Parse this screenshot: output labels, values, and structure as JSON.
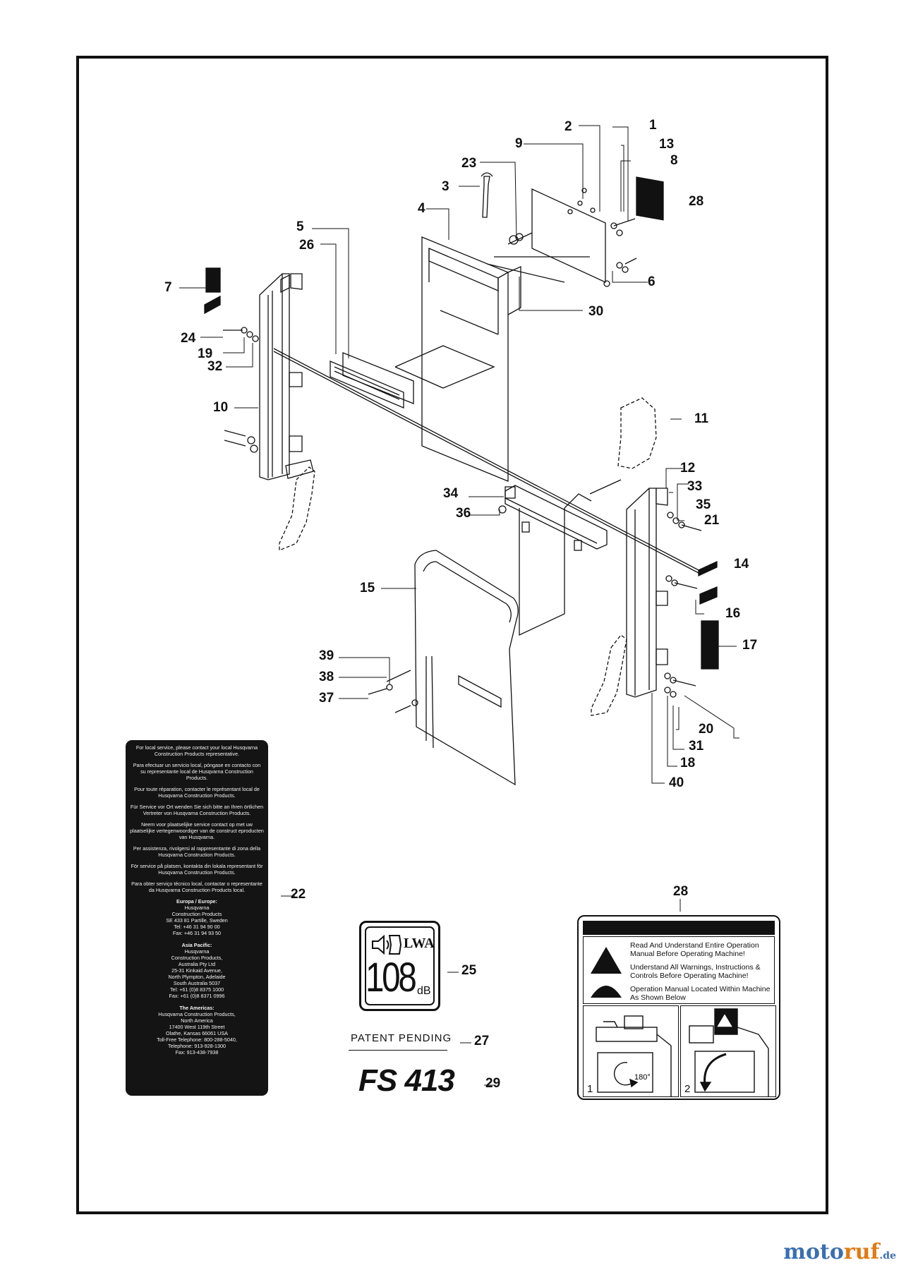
{
  "callouts": [
    {
      "id": "c1",
      "text": "1"
    },
    {
      "id": "c2",
      "text": "2"
    },
    {
      "id": "c3",
      "text": "3"
    },
    {
      "id": "c4",
      "text": "4"
    },
    {
      "id": "c5",
      "text": "5"
    },
    {
      "id": "c6",
      "text": "6"
    },
    {
      "id": "c7",
      "text": "7"
    },
    {
      "id": "c8",
      "text": "8"
    },
    {
      "id": "c9",
      "text": "9"
    },
    {
      "id": "c10",
      "text": "10"
    },
    {
      "id": "c11",
      "text": "11"
    },
    {
      "id": "c12",
      "text": "12"
    },
    {
      "id": "c13",
      "text": "13"
    },
    {
      "id": "c14",
      "text": "14"
    },
    {
      "id": "c15",
      "text": "15"
    },
    {
      "id": "c16",
      "text": "16"
    },
    {
      "id": "c17",
      "text": "17"
    },
    {
      "id": "c18",
      "text": "18"
    },
    {
      "id": "c19",
      "text": "19"
    },
    {
      "id": "c20",
      "text": "20"
    },
    {
      "id": "c21",
      "text": "21"
    },
    {
      "id": "c22",
      "text": "22"
    },
    {
      "id": "c23",
      "text": "23"
    },
    {
      "id": "c24",
      "text": "24"
    },
    {
      "id": "c25",
      "text": "25"
    },
    {
      "id": "c26",
      "text": "26"
    },
    {
      "id": "c27",
      "text": "27"
    },
    {
      "id": "c28a",
      "text": "28"
    },
    {
      "id": "c28b",
      "text": "28"
    },
    {
      "id": "c29",
      "text": "29"
    },
    {
      "id": "c30",
      "text": "30"
    },
    {
      "id": "c31",
      "text": "31"
    },
    {
      "id": "c32",
      "text": "32"
    },
    {
      "id": "c33",
      "text": "33"
    },
    {
      "id": "c34",
      "text": "34"
    },
    {
      "id": "c35",
      "text": "35"
    },
    {
      "id": "c36",
      "text": "36"
    },
    {
      "id": "c37",
      "text": "37"
    },
    {
      "id": "c38",
      "text": "38"
    },
    {
      "id": "c39",
      "text": "39"
    },
    {
      "id": "c40",
      "text": "40"
    }
  ],
  "dealer_panel": {
    "notices": [
      "For local service, please contact your local Husqvarna Construction Products representative.",
      "Para efectuar un servicio local, póngase en contacto con su representante local de Husqvarna Construction Products.",
      "Pour toute réparation, contacter le représentant local de Husqvarna Construction Products.",
      "Für Service vor Ort wenden Sie sich bitte an Ihren örtlichen Vertreter von Husqvarna Construction Products.",
      "Neem voor plaatselijke service contact op met uw plaatselijke vertegenwoordiger van de construct eproducten van Husqvarna.",
      "Per assistenza, rivolgersi al rappresentante di zona della Husqvarna Construction Products.",
      "För service på platsen, kontakta din lokala representant för Husqvarna Construction Products.",
      "Para obter serviço técnico local, contactar o representante da Husqvarna Construction Products local."
    ],
    "regions": [
      {
        "name": "Europa / Europe:",
        "lines": [
          "Husqvarna",
          "Construction Products",
          "SE 433 81 Partille, Sweden",
          "Tel: +46 31 94 90 00",
          "Fax: +46 31 94 93 50"
        ]
      },
      {
        "name": "Asia Pacific:",
        "lines": [
          "Husqvarna",
          "Construction Products,",
          "Australia Pty Ltd",
          "25-31 Kinkaid Avenue,",
          "North Plympton, Adelaide",
          "South Australia 5037",
          "Tel: +61 (0)8 8375 1000",
          "Fax: +61 (0)8 8371 0996"
        ]
      },
      {
        "name": "The Americas:",
        "lines": [
          "Husqvarna Construction Products,",
          "North America",
          "17400 West 119th Street",
          "Olathe, Kansas 66061 USA",
          "Toll-Free Telephone: 800-288-5040,",
          "Telephone: 913-928-1300",
          "Fax: 913-438-7938"
        ]
      }
    ]
  },
  "noise_label": {
    "label": "LWA",
    "value": "108",
    "unit": "dB"
  },
  "patent_text": "PATENT PENDING",
  "model_text": "FS 413",
  "warning_decal": {
    "lines": [
      "Read And Understand Entire Operation Manual Before Operating Machine!",
      "Understand All Warnings, Instructions & Controls Before Operating Machine!",
      "Operation Manual Located Within Machine As Shown Below"
    ],
    "rotation": "180°",
    "step_one": "1",
    "step_two": "2"
  },
  "watermark": {
    "brand_a": "moto",
    "brand_b": "ruf",
    "tld": ".de"
  }
}
